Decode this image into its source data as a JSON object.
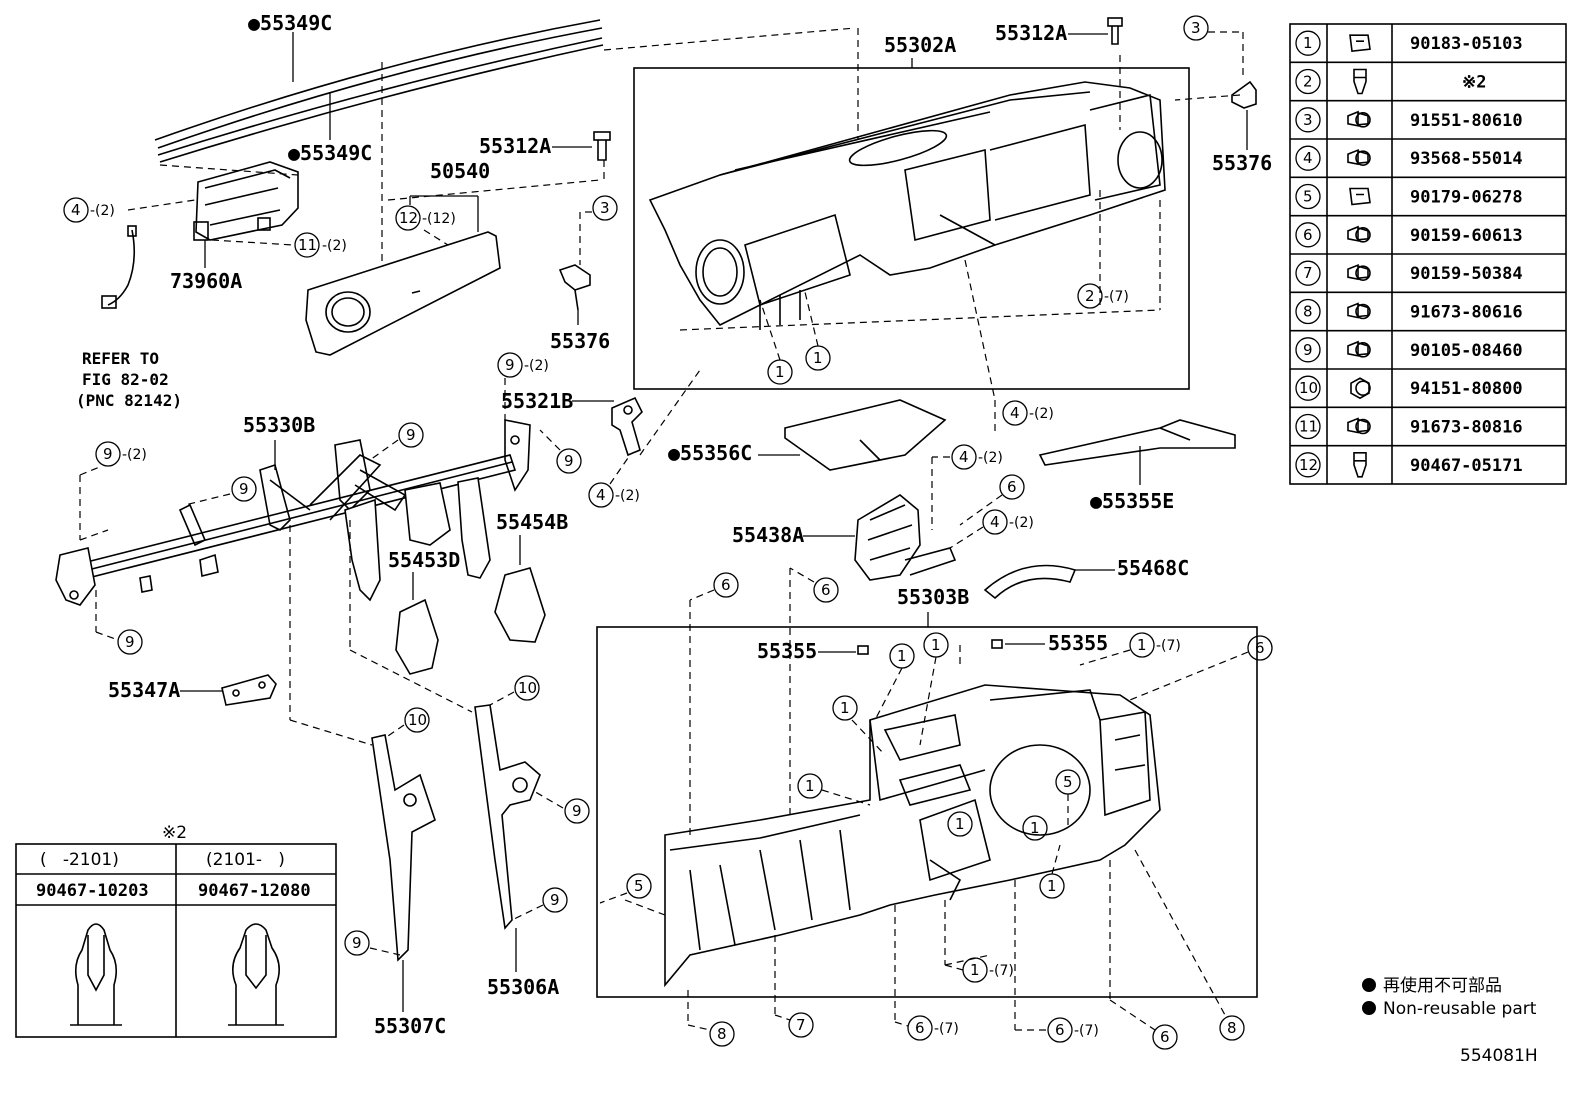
{
  "labels": {
    "p55349C_top": "●55349C",
    "p55349C_mid": "●55349C",
    "p55302A": "55302A",
    "p55312A_top": "55312A",
    "p55312A_mid": "55312A",
    "p50540": "50540",
    "p73960A": "73960A",
    "p55376_left": "55376",
    "p55376_right": "55376",
    "refer_line1": "REFER TO",
    "refer_line2": "FIG 82-02",
    "refer_line3": "(PNC 82142)",
    "p55330B": "55330B",
    "p55321B": "55321B",
    "p55356C": "●55356C",
    "p55355E": "●55355E",
    "p55438A": "55438A",
    "p55453D": "55453D",
    "p55454B": "55454B",
    "p55468C": "55468C",
    "p55303B": "55303B",
    "p55355_left": "55355",
    "p55355_right": "55355",
    "p55347A": "55347A",
    "p55307C": "55307C",
    "p55306A": "55306A",
    "figure_code": "554081H"
  },
  "quantities": {
    "q4_2": "-(2)",
    "q11_2": "-(2)",
    "q12_12": "-(12)",
    "q9_2": "-(2)",
    "q2_7": "-(7)"
  },
  "fastener_table": {
    "rows": [
      {
        "num": "1",
        "part": "90183-05103",
        "icon": "clip-nut-icon"
      },
      {
        "num": "2",
        "part": "※2",
        "icon": "push-clip-icon"
      },
      {
        "num": "3",
        "part": "91551-80610",
        "icon": "flange-bolt-icon"
      },
      {
        "num": "4",
        "part": "93568-55014",
        "icon": "tapping-screw-icon"
      },
      {
        "num": "5",
        "part": "90179-06278",
        "icon": "clip-nut-icon"
      },
      {
        "num": "6",
        "part": "90159-60613",
        "icon": "bolt-washer-icon"
      },
      {
        "num": "7",
        "part": "90159-50384",
        "icon": "bolt-washer-icon"
      },
      {
        "num": "8",
        "part": "91673-80616",
        "icon": "flange-bolt-icon"
      },
      {
        "num": "9",
        "part": "90105-08460",
        "icon": "bolt-washer-icon"
      },
      {
        "num": "10",
        "part": "94151-80800",
        "icon": "nut-icon"
      },
      {
        "num": "11",
        "part": "91673-80816",
        "icon": "flange-bolt-icon"
      },
      {
        "num": "12",
        "part": "90467-05171",
        "icon": "push-clip-icon"
      }
    ]
  },
  "note_table": {
    "title": "※2",
    "col1_range": "(   -2101)",
    "col2_range": "(2101-   )",
    "col1_part": "90467-10203",
    "col2_part": "90467-12080"
  },
  "legend": {
    "jp": "再使用不可部品",
    "en": "Non-reusable part"
  }
}
